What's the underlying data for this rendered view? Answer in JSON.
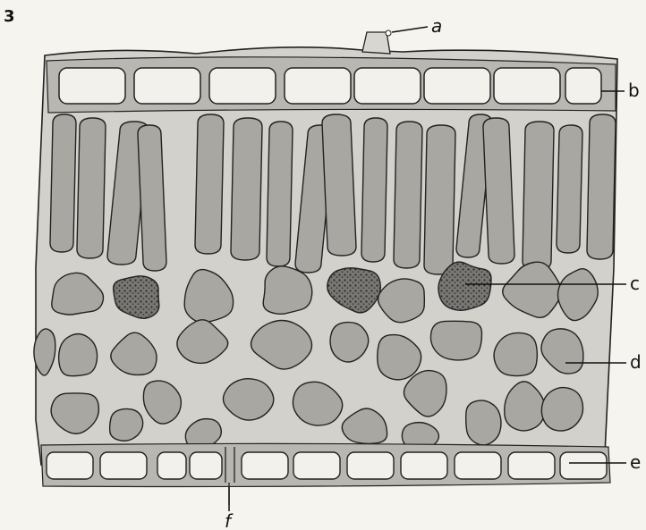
{
  "figure": {
    "number": "3",
    "labels": {
      "a": "a",
      "b": "b",
      "c": "c",
      "d": "d",
      "e": "e",
      "f": "f"
    }
  },
  "colors": {
    "paper": "#f6f4ef",
    "tissue": "#d3d1cc",
    "cell_fill": "#a9a7a2",
    "epidermis_cell": "#f3f1ec",
    "dense_cell": "#6b6a66",
    "outline": "#222222"
  }
}
